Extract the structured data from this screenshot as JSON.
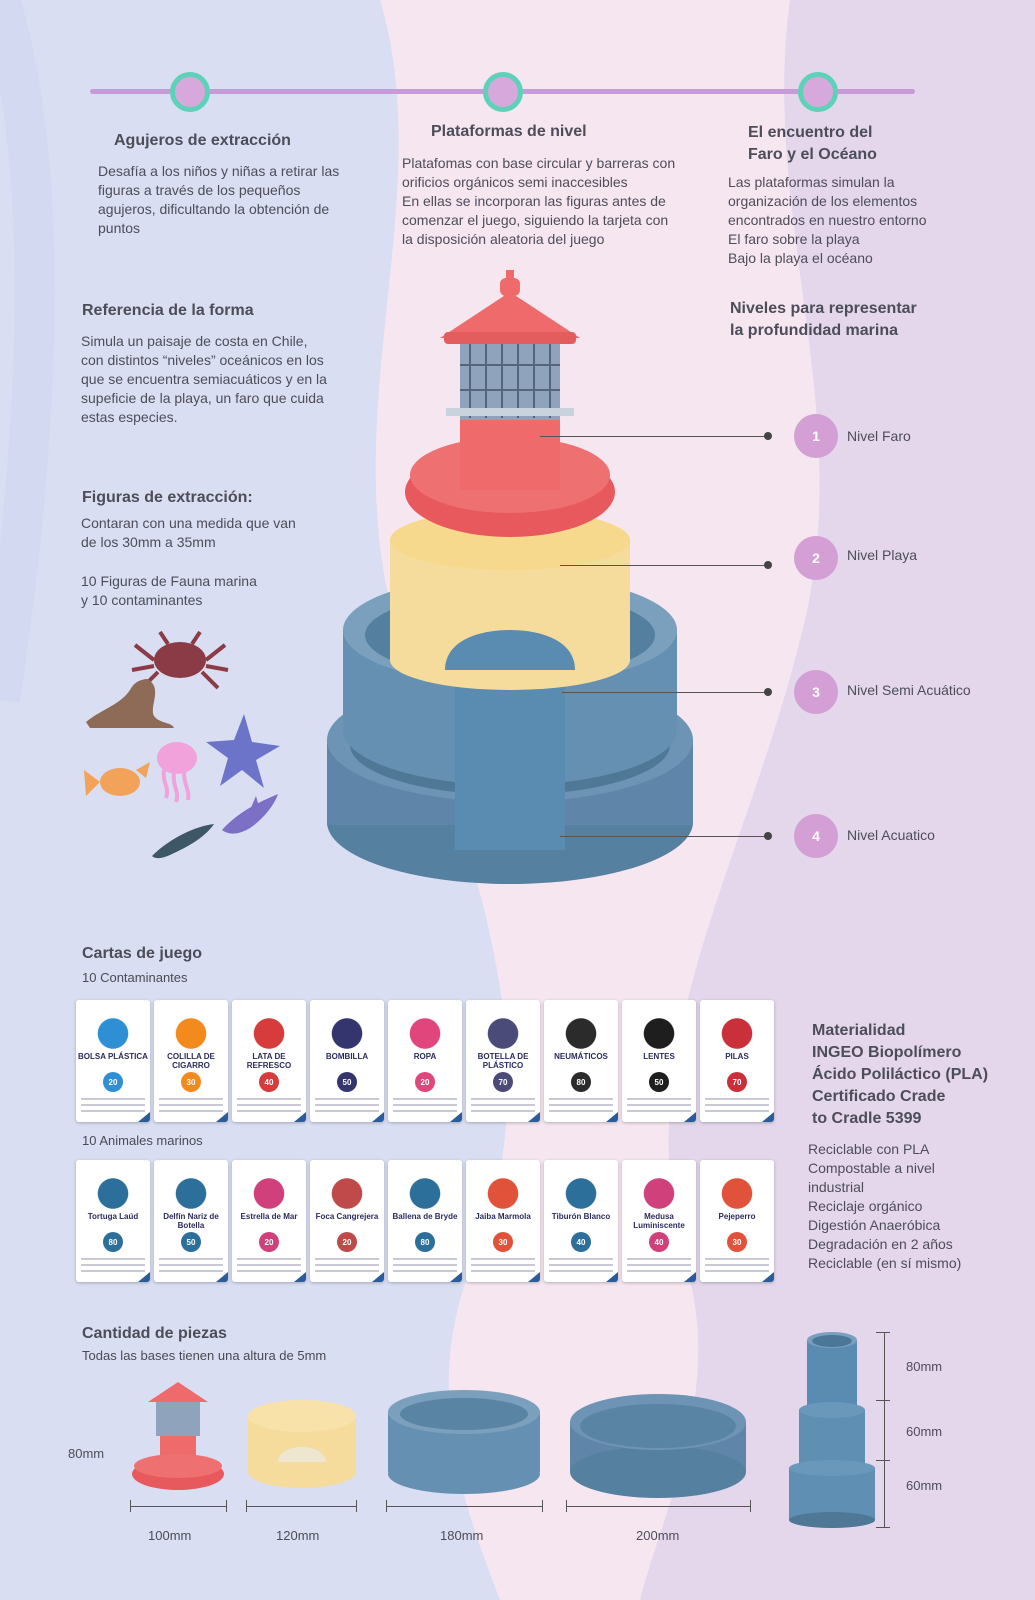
{
  "colors": {
    "accent_lilac": "#c79bd6",
    "level_circle": "#d49fd4",
    "timeline_ring": "#5ed2b8",
    "lighthouse_red": "#ee6a6a",
    "sand_yellow": "#f7d98e",
    "ocean_blue": "#5f86a8"
  },
  "timeline": [
    {
      "title": "Agujeros de extracción",
      "body": [
        "Desafía a los niños y niñas a retirar las",
        "figuras a través de los pequeños",
        "agujeros, dificultando la obtención de",
        "puntos"
      ]
    },
    {
      "title": "Plataformas de nivel",
      "body": [
        "Platafomas con base circular y barreras con",
        "orificios orgánicos semi inaccesibles",
        "En ellas se incorporan las figuras antes de",
        "comenzar el juego, siguiendo la tarjeta con",
        "la disposición aleatoria del juego"
      ]
    },
    {
      "title_lines": [
        "El encuentro del",
        "Faro y el Océano"
      ],
      "body": [
        "Las plataformas simulan la",
        "organización de los elementos",
        "encontrados en nuestro entorno",
        "El faro sobre la playa",
        "Bajo la playa el océano"
      ]
    }
  ],
  "forma": {
    "title": "Referencia de la forma",
    "body": [
      "Simula un paisaje de costa en Chile,",
      "con distintos “niveles” oceánicos en los",
      "que se encuentra semiacuáticos y en la",
      "supeficie de la playa, un faro que cuida",
      "estas especies."
    ]
  },
  "figuras": {
    "title": "Figuras de extracción:",
    "body": [
      "Contaran con una medida que van",
      "de los 30mm a 35mm"
    ],
    "body2": [
      "10 Figuras de Fauna marina",
      "y 10 contaminantes"
    ]
  },
  "niveles": {
    "title_lines": [
      "Niveles para representar",
      "la profundidad marina"
    ],
    "items": [
      {
        "num": "1",
        "label": "Nivel Faro"
      },
      {
        "num": "2",
        "label": "Nivel Playa"
      },
      {
        "num": "3",
        "label": "Nivel Semi Acuático"
      },
      {
        "num": "4",
        "label": "Nivel Acuatico"
      }
    ]
  },
  "cartas": {
    "title": "Cartas de juego",
    "sub_contaminantes": "10 Contaminantes",
    "sub_animales": "10 Animales marinos",
    "contaminantes": [
      {
        "name": "BOLSA PLÁSTICA",
        "points": "20",
        "color": "#2e8fd4"
      },
      {
        "name": "COLILLA DE CIGARRO",
        "points": "30",
        "color": "#f28a1e"
      },
      {
        "name": "LATA DE REFRESCO",
        "points": "40",
        "color": "#d63c3c"
      },
      {
        "name": "BOMBILLA",
        "points": "50",
        "color": "#34346e"
      },
      {
        "name": "ROPA",
        "points": "20",
        "color": "#e0457b"
      },
      {
        "name": "BOTELLA DE PLÁSTICO",
        "points": "70",
        "color": "#4b4b7a"
      },
      {
        "name": "NEUMÁTICOS",
        "points": "80",
        "color": "#2b2b2b"
      },
      {
        "name": "LENTES",
        "points": "50",
        "color": "#1e1e1e"
      },
      {
        "name": "PILAS",
        "points": "70",
        "color": "#c9303a"
      }
    ],
    "animales": [
      {
        "name": "Tortuga Laúd",
        "points": "80",
        "color": "#2c6f9a"
      },
      {
        "name": "Delfín Nariz de Botella",
        "points": "50",
        "color": "#2c6f9a"
      },
      {
        "name": "Estrella de Mar",
        "points": "20",
        "color": "#d0407a"
      },
      {
        "name": "Foca Cangrejera",
        "points": "20",
        "color": "#c04a4a"
      },
      {
        "name": "Ballena de Bryde",
        "points": "80",
        "color": "#2c6f9a"
      },
      {
        "name": "Jaiba Marmola",
        "points": "30",
        "color": "#e0523a"
      },
      {
        "name": "Tiburón Blanco",
        "points": "40",
        "color": "#2c6f9a"
      },
      {
        "name": "Medusa Luminiscente",
        "points": "40",
        "color": "#d0407a"
      },
      {
        "name": "Pejeperro",
        "points": "30",
        "color": "#e0523a"
      }
    ]
  },
  "material": {
    "title_lines": [
      "Materialidad",
      "INGEO Biopolímero",
      "Ácido Poliláctico (PLA)",
      "Certificado Crade",
      "to Cradle 5399"
    ],
    "body": [
      "Reciclable con PLA",
      "Compostable a nivel",
      "industrial",
      "Reciclaje orgánico",
      "Digestión Anaeróbica",
      "Degradación en 2 años",
      "Reciclable (en sí mismo)"
    ]
  },
  "piezas": {
    "title": "Cantidad de piezas",
    "sub": "Todas las bases tienen una altura de 5mm",
    "height_label": "80mm",
    "widths": [
      "100mm",
      "120mm",
      "180mm",
      "200mm"
    ],
    "column_heights": [
      "80mm",
      "60mm",
      "60mm"
    ]
  }
}
